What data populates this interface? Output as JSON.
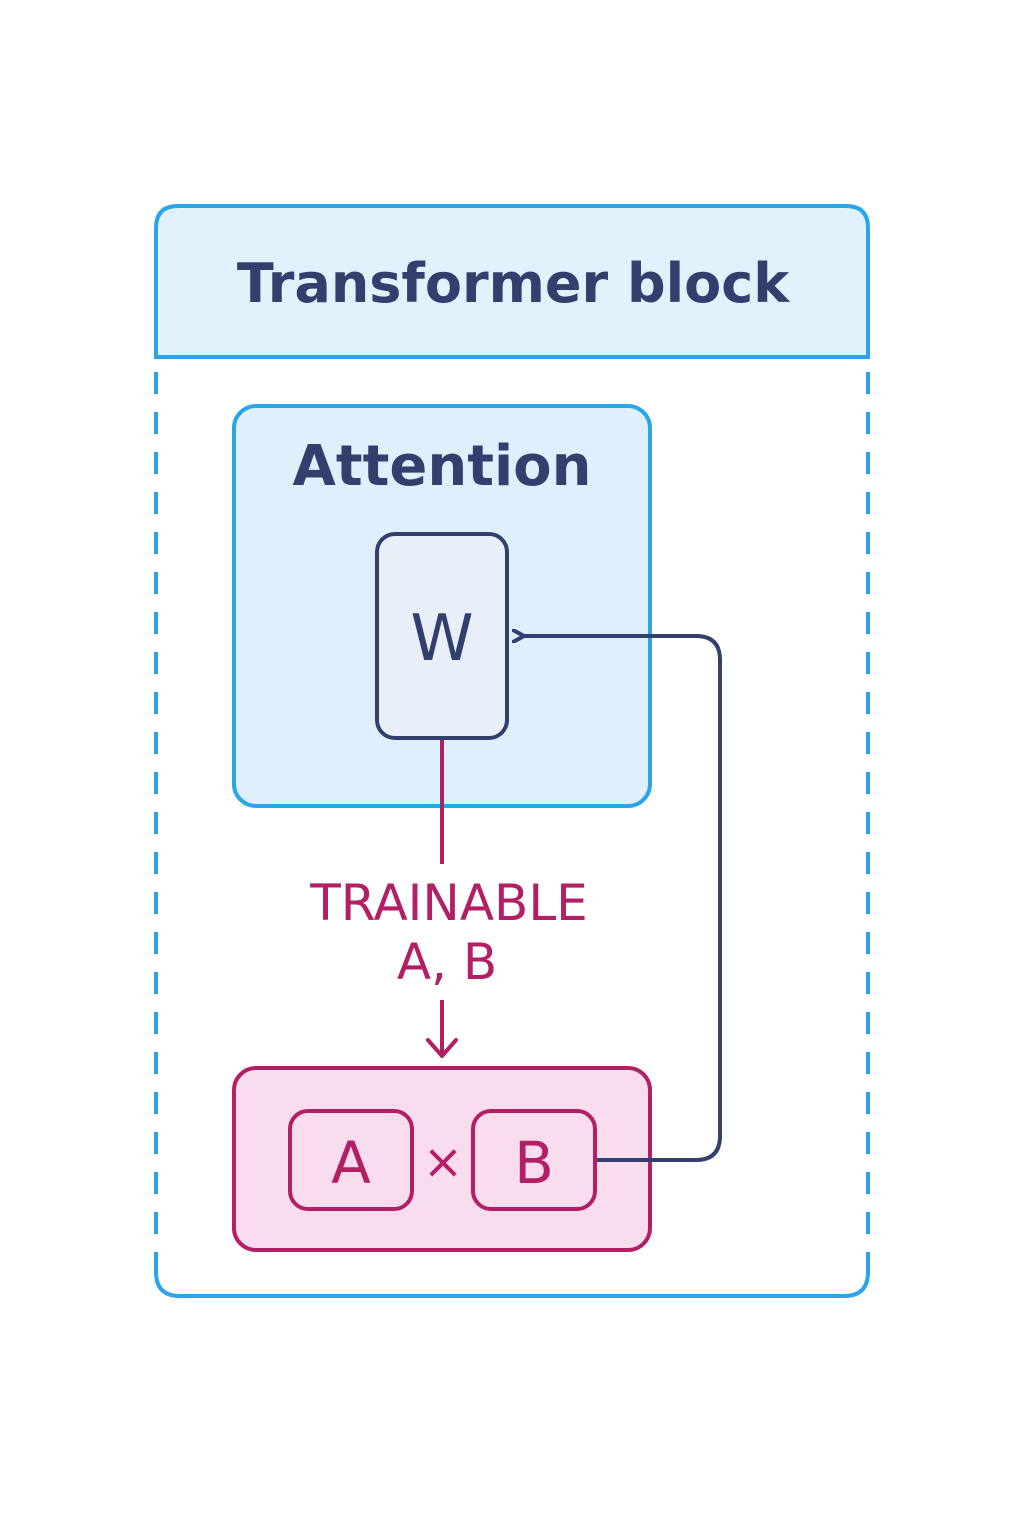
{
  "diagram": {
    "block_title": "Transformer block",
    "attention_label": "Attention",
    "weight_label": "W",
    "trainable_line1": "TRAINABLE",
    "trainable_line2": "A, B",
    "matrix_a": "A",
    "multiply": "×",
    "matrix_b": "B"
  },
  "colors": {
    "blue_border": "#2aa5ec",
    "blue_header_fill": "#e2f2fc",
    "attention_fill": "#dff0fc",
    "navy": "#33406e",
    "w_fill": "#e9eff8",
    "pink": "#b31f65",
    "pink_fill": "#f9dcee"
  }
}
